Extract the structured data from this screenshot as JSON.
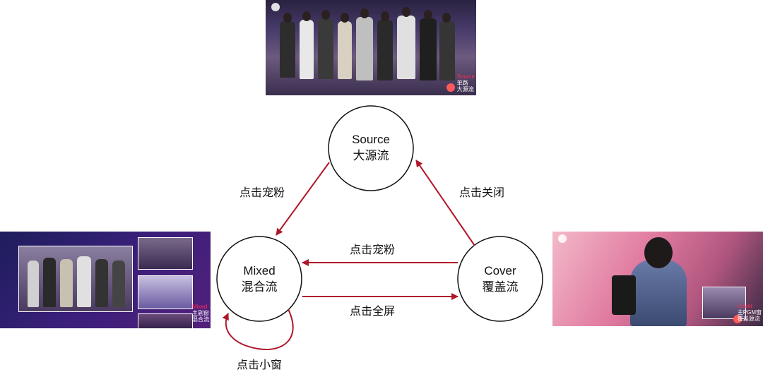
{
  "nodes": {
    "source": {
      "en": "Source",
      "zh": "大源流"
    },
    "mixed": {
      "en": "Mixed",
      "zh": "混合流"
    },
    "cover": {
      "en": "Cover",
      "zh": "覆盖流"
    }
  },
  "edges": {
    "source_to_mixed": "点击宠粉",
    "cover_to_source": "点击关闭",
    "cover_to_mixed": "点击宠粉",
    "mixed_to_cover": "点击全屏",
    "mixed_self": "点击小窗"
  },
  "screenshots": {
    "top": {
      "label_en": "Source",
      "label_zh_1": "单路",
      "label_zh_2": "大源流"
    },
    "left": {
      "label_en": "Mixed",
      "label_zh_1": "主副窗",
      "label_zh_2": "混合流"
    },
    "right": {
      "label_en": "Cover",
      "label_zh_1": "主PGM窗",
      "label_zh_2": "覆盖源流"
    }
  },
  "colors": {
    "arrow": "#b0162a",
    "node_stroke": "#111111",
    "label_red": "#ff2d55"
  }
}
